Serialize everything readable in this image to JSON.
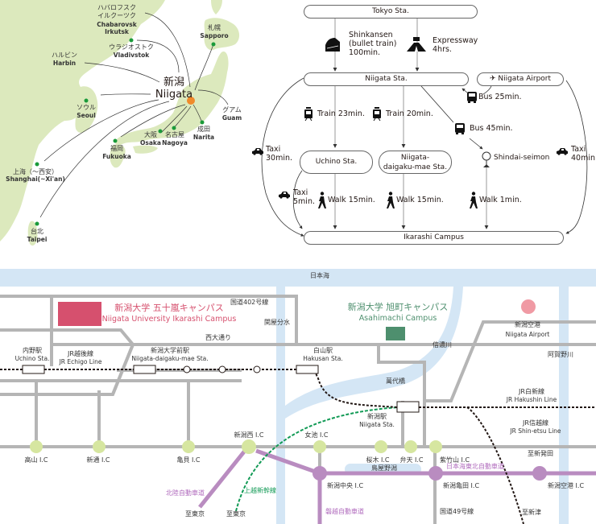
{
  "overview_map": {
    "hub": {
      "ja": "新潟",
      "en": "Niigata"
    },
    "origins": [
      {
        "ja": "ハバロフスク\nイルクーツク",
        "en": "Chabarovsk\nIrkutsk",
        "ja1": "ハバロフスク",
        "ja2": "イルクーツク",
        "en1": "Chabarovsk",
        "en2": "Irkutsk"
      },
      {
        "ja": "ウラジオストク",
        "en": "Vladivstok"
      },
      {
        "ja": "ハルビン",
        "en": "Harbin"
      },
      {
        "ja": "ソウル",
        "en": "Seoul"
      },
      {
        "ja": "上海（〜西安）",
        "en": "Shanghai(~Xi'an)"
      },
      {
        "ja": "台北",
        "en": "Taipei"
      },
      {
        "ja": "福岡",
        "en": "Fukuoka"
      },
      {
        "ja": "大阪",
        "en": "Osaka"
      },
      {
        "ja": "名古屋",
        "en": "Nagoya"
      },
      {
        "ja": "成田",
        "en": "Narita"
      },
      {
        "ja": "札幌",
        "en": "Sapporo"
      },
      {
        "ja": "グアム",
        "en": "Guam"
      }
    ],
    "colors": {
      "land": "#d9e8b8",
      "hub": "#f08a2a",
      "city": "#1a9a3a"
    }
  },
  "access_flow": {
    "nodes": {
      "tokyo": "Tokyo Sta.",
      "niigata": "Niigata Sta.",
      "airport": "Niigata Airport",
      "uchino": "Uchino Sta.",
      "daigakumae_1": "Niigata-",
      "daigakumae_2": "daigaku-mae Sta.",
      "shindai": "Shindai-seimon",
      "campus": "Ikarashi Campus"
    },
    "routes": {
      "shinkansen_1": "Shinkansen",
      "shinkansen_2": "(bullet train)",
      "shinkansen_3": "100min.",
      "expressway_1": "Expressway",
      "expressway_2": "4hrs.",
      "bus_airport": "Bus 25min.",
      "train_uchino": "Train 23min.",
      "train_daigakumae": "Train 20min.",
      "bus_shindai": "Bus 45min.",
      "taxi_niigata_1": "Taxi",
      "taxi_niigata_2": "30min.",
      "taxi_airport_1": "Taxi",
      "taxi_airport_2": "40min.",
      "taxi_uchino_1": "Taxi",
      "taxi_uchino_2": "5min.",
      "walk_uchino": "Walk 15min.",
      "walk_daigakumae": "Walk 15min.",
      "walk_shindai": "Walk 1min."
    }
  },
  "area_map": {
    "sea": "日本海",
    "ikarashi_campus": {
      "ja": "新潟大学 五十嵐キャンパス",
      "en": "Niigata University Ikarashi Campus",
      "color": "#d6506e"
    },
    "asahimachi_campus": {
      "ja": "新潟大学 旭町キャンパス",
      "en": "Asahimachi Campus",
      "color": "#4e8f6e"
    },
    "airport": {
      "ja": "新潟空港",
      "en": "Niigata Airport",
      "color": "#f09aa4"
    },
    "roads": {
      "route402": "国道402号線",
      "sekiya_bunsui": "関屋分水",
      "nishi_odori": "西大通り",
      "shinano_river": "信濃川",
      "bandai_bridge": "萬代橋",
      "agano_river": "阿賀野川",
      "toriyano_lake": "鳥屋野潟",
      "route49": "国道49号線",
      "hokuriku_exp": "北陸自動車道",
      "banetsu_exp": "磐越自動車道",
      "nihonkai_tohoku_exp": "日本海東北自動車道",
      "joetsu_shinkansen": "上越新幹線",
      "to_tokyo_1": "至東京",
      "to_tokyo_2": "至東京",
      "to_shibata": "至新発田",
      "to_niitsu": "至新津"
    },
    "lines": {
      "echigo": {
        "ja": "JR越後線",
        "en": "JR Echigo Line"
      },
      "hakushin": {
        "ja": "JR白新線",
        "en": "JR Hakushin Line"
      },
      "shinetsu": {
        "ja": "JR信越線",
        "en": "JR Shin-etsu Line"
      }
    },
    "stations": {
      "uchino": {
        "ja": "内野駅",
        "en": "Uchino Sta."
      },
      "daigakumae": {
        "ja": "新潟大学前駅",
        "en": "Niigata-daigaku-mae Sta."
      },
      "hakusan": {
        "ja": "白山駅",
        "en": "Hakusan Sta."
      },
      "niigata": {
        "ja": "新潟駅",
        "en": "Niigata Sta."
      }
    },
    "interchanges_bypass": [
      "高山 I.C",
      "新通 I.C",
      "亀貝 I.C",
      "新潟西 I.C",
      "女池 I.C",
      "桜木 I.C",
      "弁天 I.C",
      "紫竹山 I.C"
    ],
    "interchanges_expressway": [
      "新潟中央 I.C",
      "新潟亀田 I.C",
      "新潟空港 I.C"
    ],
    "colors": {
      "water": "#d4e6f5",
      "road": "#b5b5b5",
      "ic_bypass": "#d6e6a0",
      "expressway": "#b98cc0",
      "shinkansen": "#119a55"
    }
  }
}
